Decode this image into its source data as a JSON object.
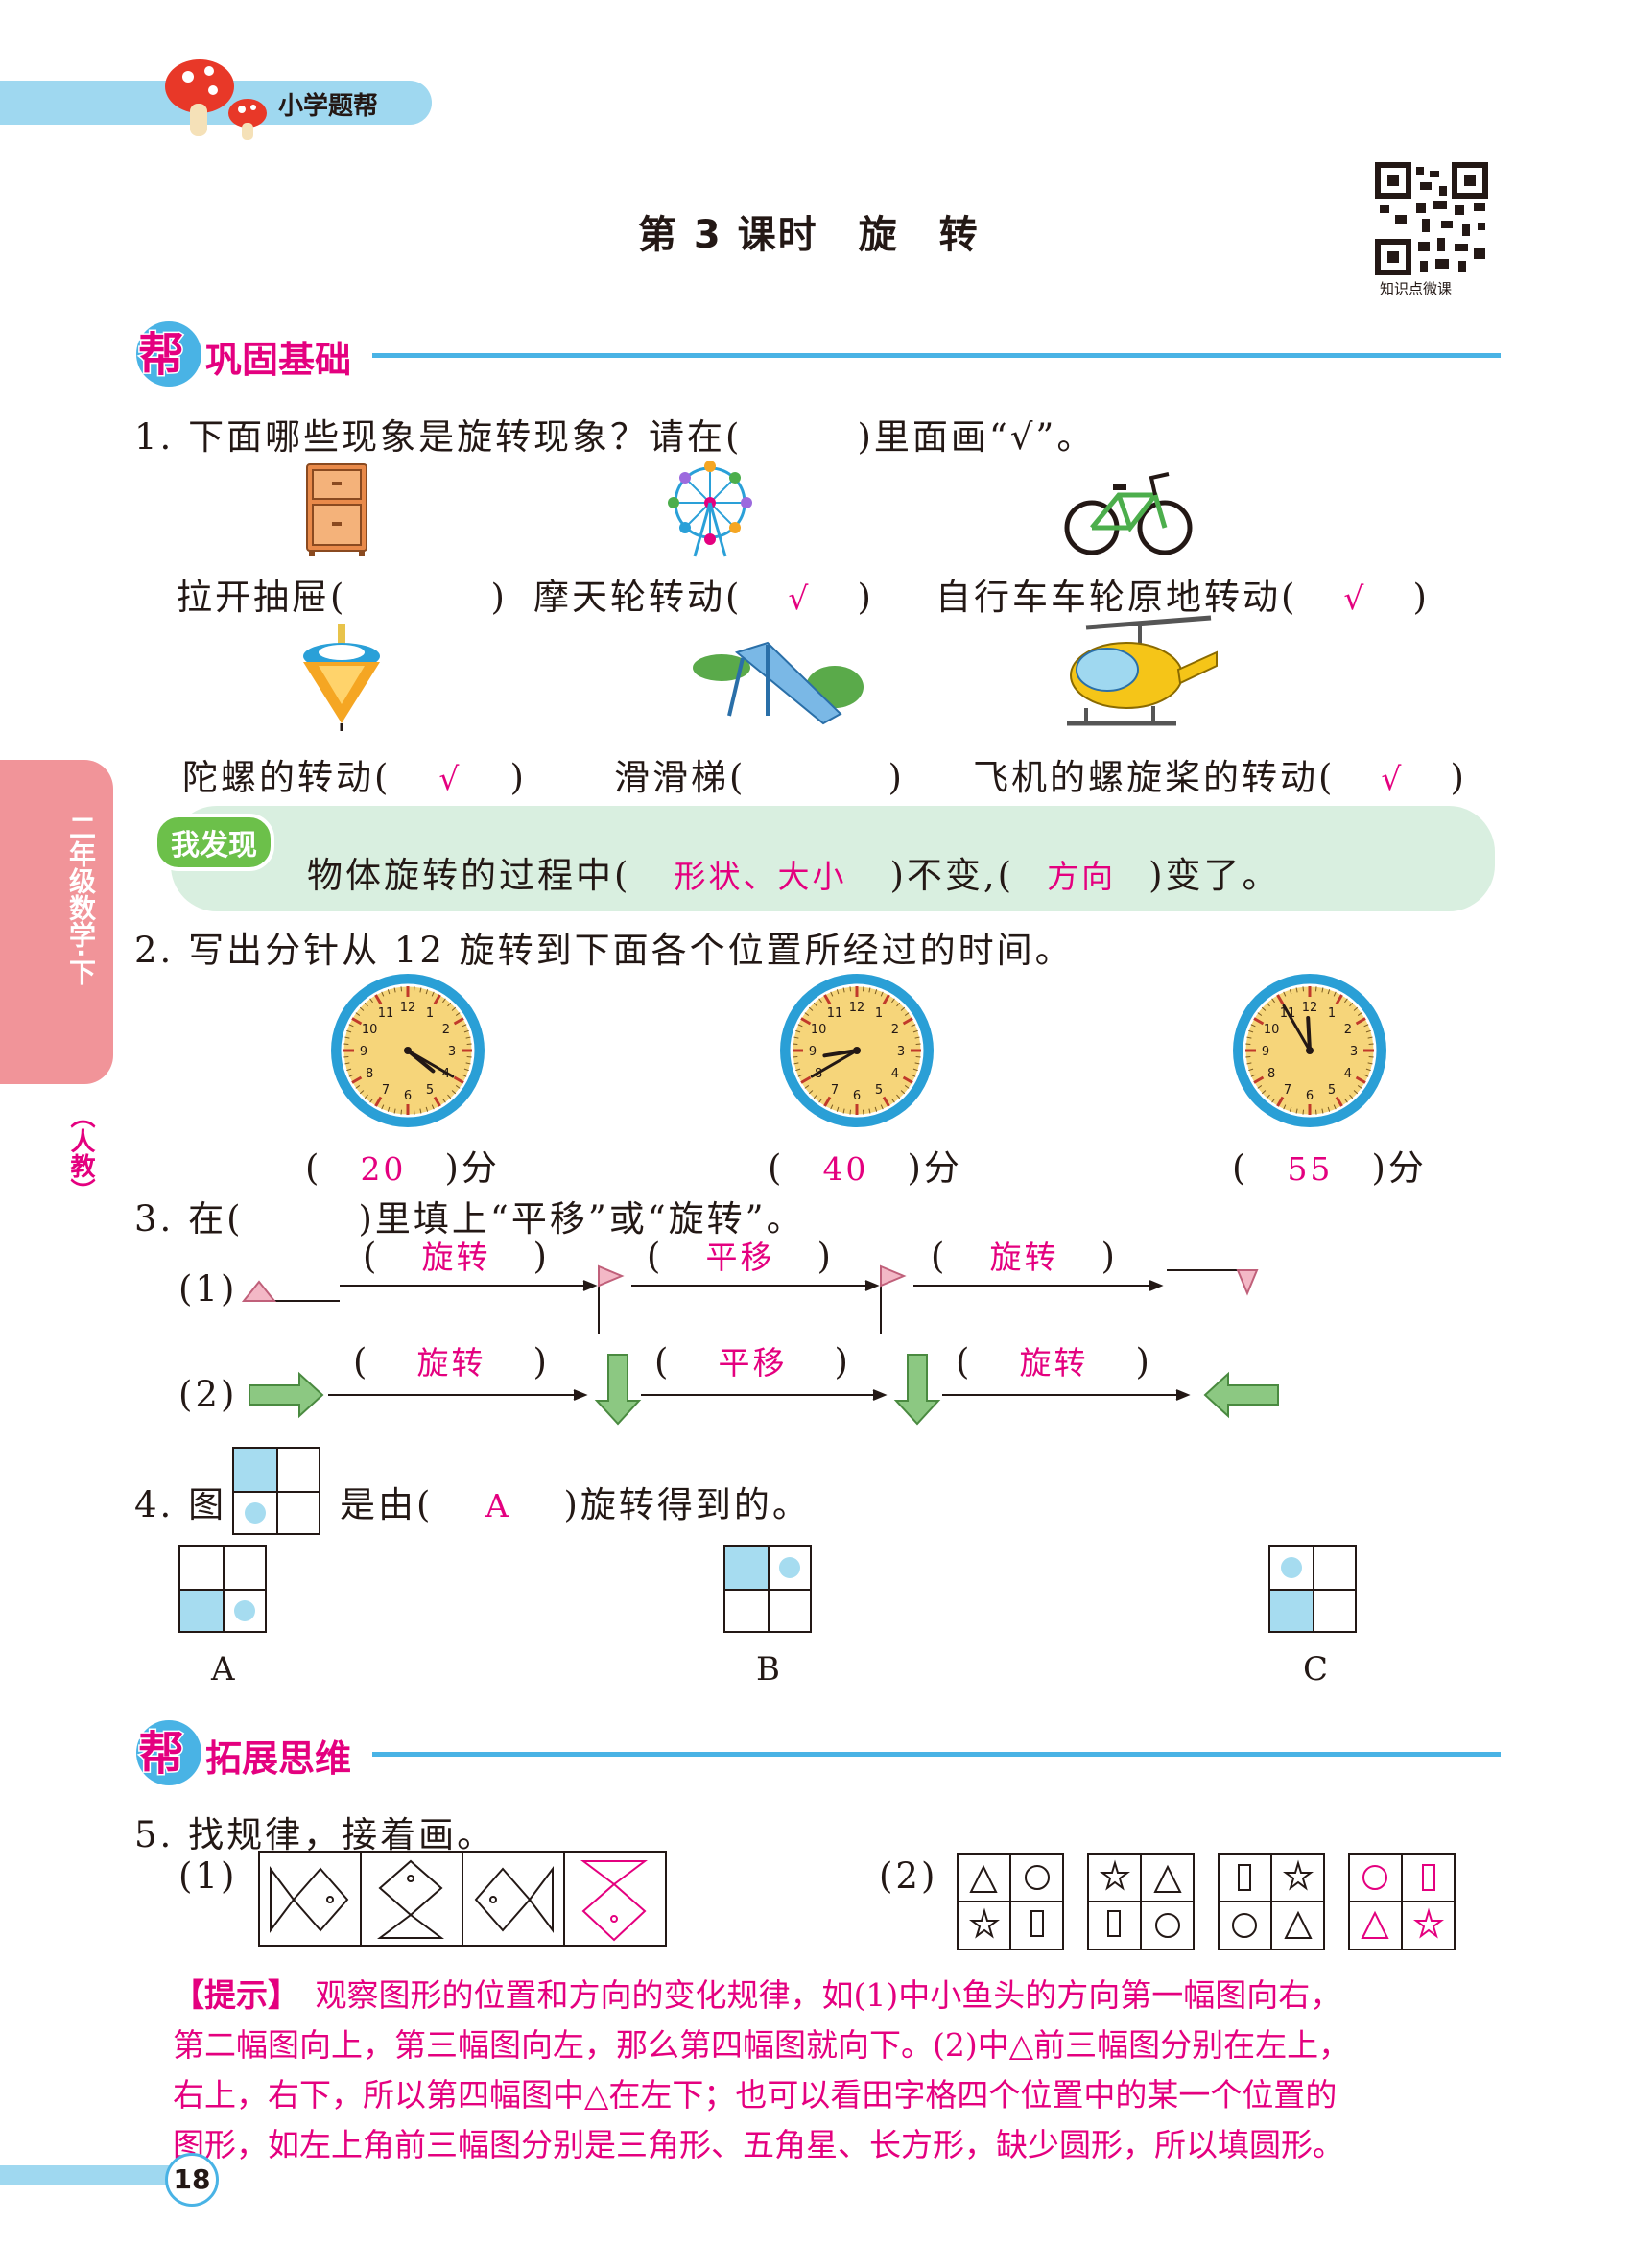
{
  "header": {
    "brand": "小学题帮"
  },
  "qr": {
    "caption": "知识点微课"
  },
  "title": "第 3 课时　旋　转",
  "sections": {
    "basic": "巩固基础",
    "extend": "拓展思维",
    "badge": "帮"
  },
  "side_tab": {
    "grade": "二年级数学·下",
    "edition": "（人教）"
  },
  "q1": {
    "prompt": "1. 下面哪些现象是旋转现象？请在(　　　)里面画“√”。",
    "items": [
      {
        "label": "拉开抽屉(",
        "answer": "",
        "close": ")"
      },
      {
        "label": "摩天轮转动(",
        "answer": "√",
        "close": ")"
      },
      {
        "label": "自行车车轮原地转动(",
        "answer": "√",
        "close": ")"
      },
      {
        "label": "陀螺的转动(",
        "answer": "√",
        "close": ")"
      },
      {
        "label": "滑滑梯(",
        "answer": "",
        "close": ")"
      },
      {
        "label": "飞机的螺旋桨的转动(",
        "answer": "√",
        "close": ")"
      }
    ],
    "discover_badge": "我发现",
    "discover_pre": "物体旋转的过程中(",
    "discover_a1": "形状、大小",
    "discover_mid": ")不变,(",
    "discover_a2": "方向",
    "discover_post": ")变了。"
  },
  "q2": {
    "prompt": "2. 写出分针从 12 旋转到下面各个位置所经过的时间。",
    "clock_numbers": [
      "12",
      "1",
      "2",
      "3",
      "4",
      "5",
      "6",
      "7",
      "8",
      "9",
      "10",
      "11"
    ],
    "answers": [
      "20",
      "40",
      "55"
    ],
    "unit": "分",
    "open": "(",
    "close": ")"
  },
  "q3": {
    "prompt": "3. 在(　　　)里填上“平移”或“旋转”。",
    "row1_label": "(1)",
    "row2_label": "(2)",
    "row1_answers": [
      "旋转",
      "平移",
      "旋转"
    ],
    "row2_answers": [
      "旋转",
      "平移",
      "旋转"
    ],
    "open": "(",
    "close": ")"
  },
  "q4": {
    "prompt_pre": "4. 图",
    "prompt_mid": "是由(",
    "answer": "A",
    "prompt_post": ")旋转得到的。",
    "options": [
      "A",
      "B",
      "C"
    ]
  },
  "q5": {
    "prompt": "5. 找规律，接着画。",
    "part1": "(1)",
    "part2": "(2)",
    "hint_label": "【提示】",
    "hint_lines": [
      "观察图形的位置和方向的变化规律，如(1)中小鱼头的方向第一幅图向右，",
      "第二幅图向上，第三幅图向左，那么第四幅图就向下。(2)中△前三幅图分别在左上，",
      "右上，右下，所以第四幅图中△在左下；也可以看田字格四个位置中的某一个位置的",
      "图形，如左上角前三幅图分别是三角形、五角星、长方形，缺少圆形，所以填圆形。"
    ]
  },
  "footer": {
    "page": "18"
  },
  "colors": {
    "accent_blue": "#49b3e5",
    "answer_pink": "#e4007f",
    "discover_bg": "#d9efe0",
    "tab_pink": "#f19499"
  }
}
